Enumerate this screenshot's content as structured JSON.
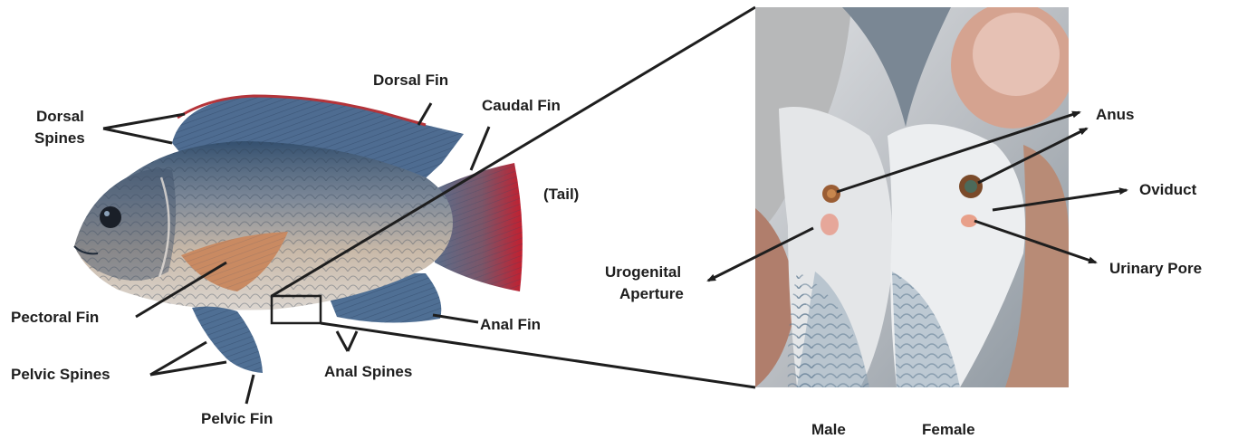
{
  "labels": {
    "dorsal_fin": "Dorsal Fin",
    "dorsal_spines_line1": "Dorsal",
    "dorsal_spines_line2": "Spines",
    "caudal_fin": "Caudal Fin",
    "tail": "(Tail)",
    "pectoral_fin": "Pectoral Fin",
    "pelvic_spines": "Pelvic Spines",
    "pelvic_fin": "Pelvic Fin",
    "anal_spines": "Anal Spines",
    "anal_fin": "Anal Fin",
    "anus": "Anus",
    "oviduct": "Oviduct",
    "urinary_pore": "Urinary Pore",
    "urogenital_line1": "Urogenital",
    "urogenital_line2": "Aperture",
    "male": "Male",
    "female": "Female"
  },
  "colors": {
    "label_text": "#1e1e1e",
    "leader_line": "#1e1e1e",
    "fish_body": "#8f9aa5",
    "fish_back": "#3f5a7a",
    "fin_blue": "#4f6f94",
    "tail_red": "#c02430",
    "pectoral": "#c98a62",
    "photo_skin": "#c0bfbe",
    "photo_finger": "#c99a86"
  }
}
